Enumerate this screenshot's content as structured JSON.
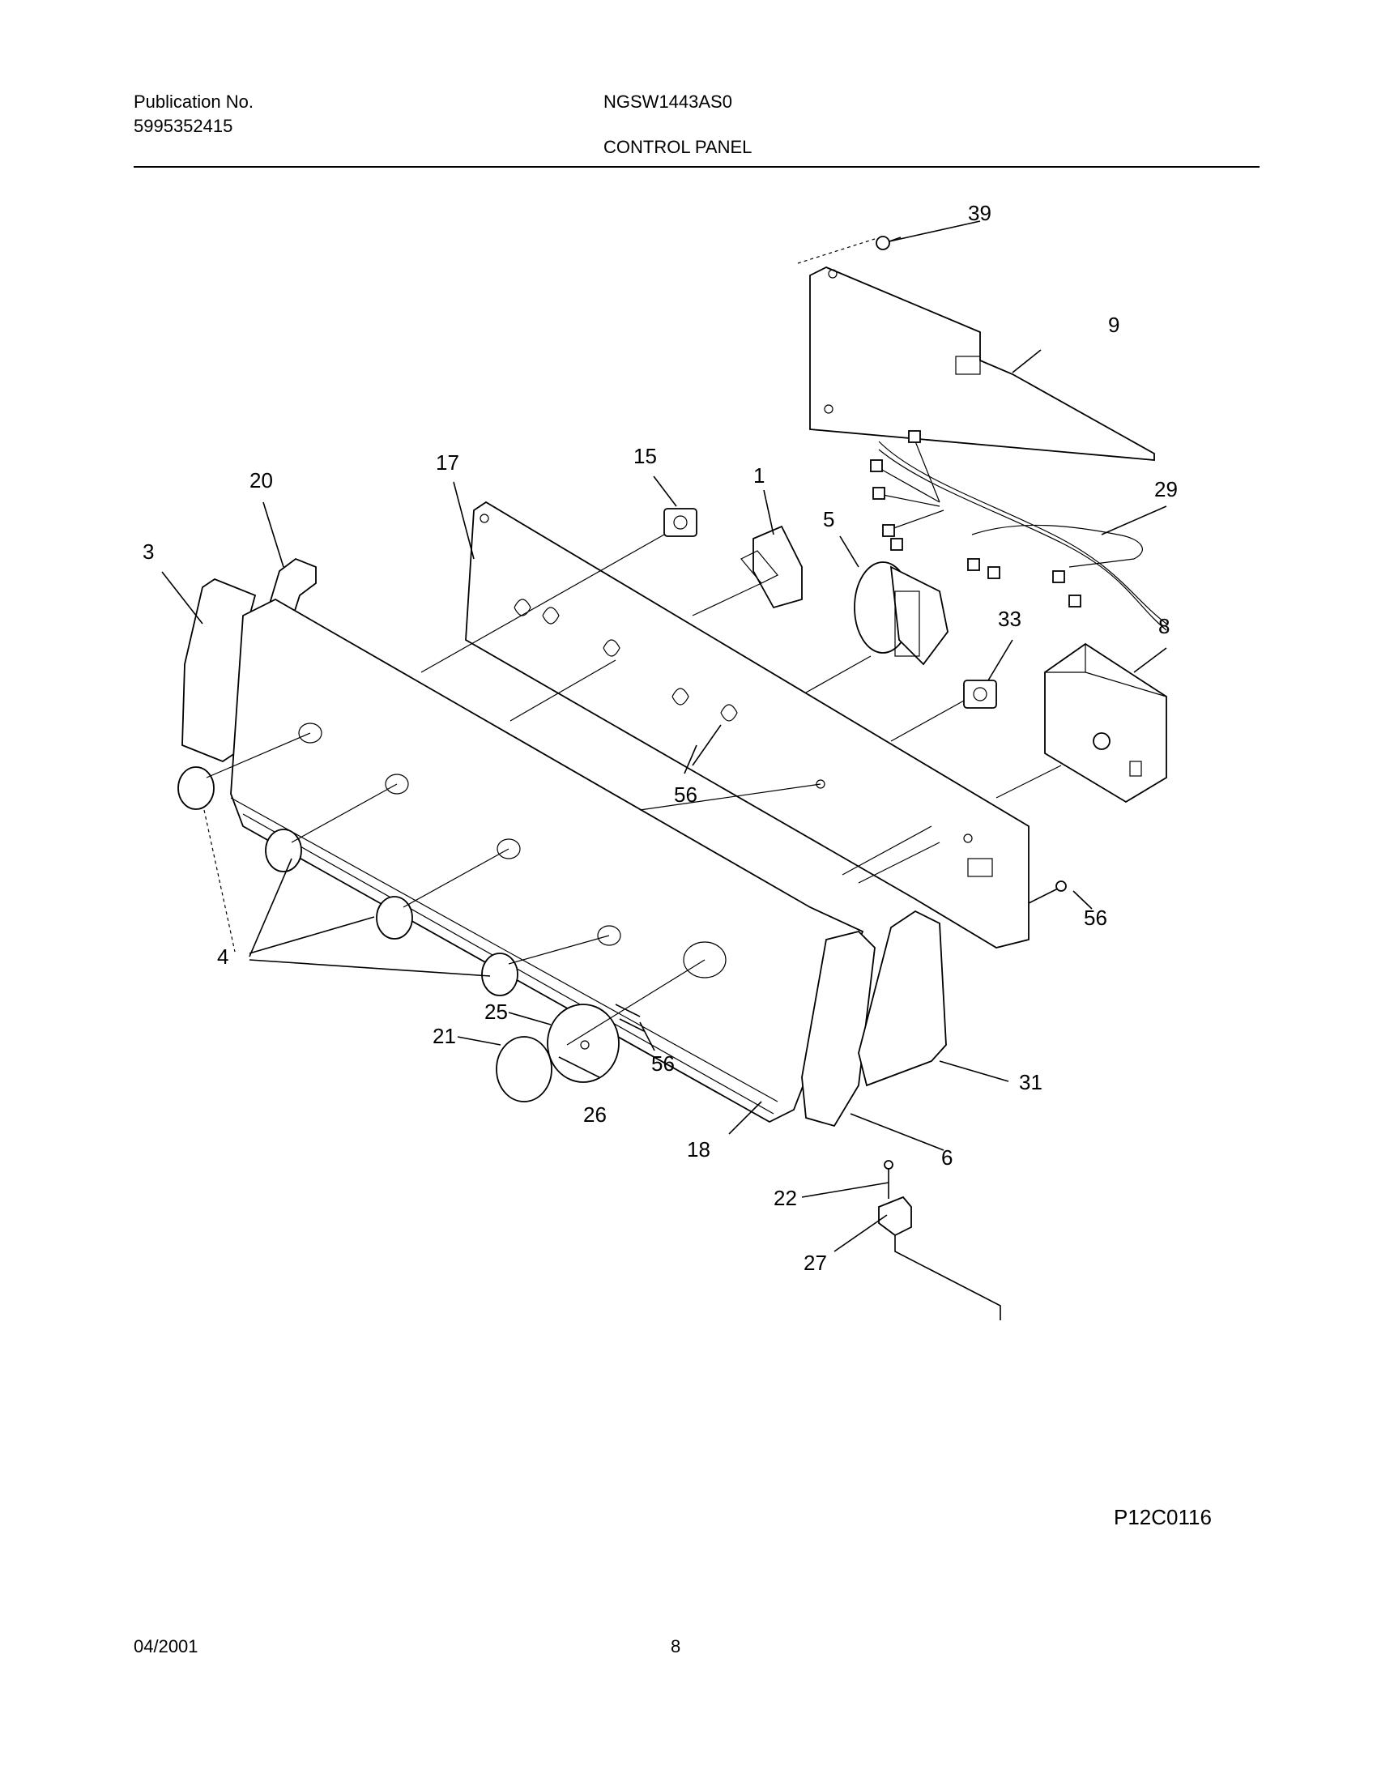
{
  "header": {
    "publication_label": "Publication No.",
    "publication_number": "5995352415",
    "model": "NGSW1443AS0",
    "section_title": "CONTROL PANEL"
  },
  "callouts": {
    "c39": "39",
    "c9": "9",
    "c29": "29",
    "c17": "17",
    "c15": "15",
    "c1": "1",
    "c5": "5",
    "c20": "20",
    "c3": "3",
    "c33": "33",
    "c8": "8",
    "c56a": "56",
    "c56b": "56",
    "c56c": "56",
    "c4": "4",
    "c25": "25",
    "c21": "21",
    "c26": "26",
    "c18": "18",
    "c31": "31",
    "c6": "6",
    "c22": "22",
    "c27": "27"
  },
  "figure_code": "P12C0116",
  "footer": {
    "date": "04/2001",
    "page": "8"
  }
}
